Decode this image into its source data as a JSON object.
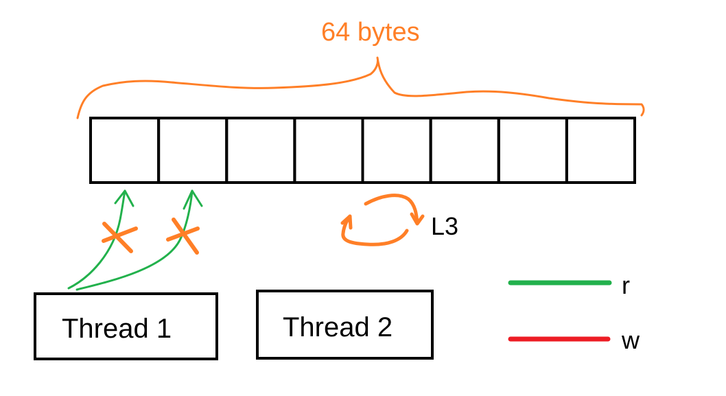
{
  "diagram": {
    "title": "64 bytes",
    "cache_line": {
      "cell_count": 8
    },
    "l3_label": "L3",
    "threads": [
      {
        "label": "Thread 1"
      },
      {
        "label": "Thread 2"
      }
    ],
    "legend": [
      {
        "label": "r",
        "color": "#22b14c"
      },
      {
        "label": "w",
        "color": "#ed1c24"
      }
    ],
    "colors": {
      "annotation": "#ff7f27",
      "read": "#22b14c",
      "write": "#ed1c24",
      "outline": "#000000"
    }
  }
}
